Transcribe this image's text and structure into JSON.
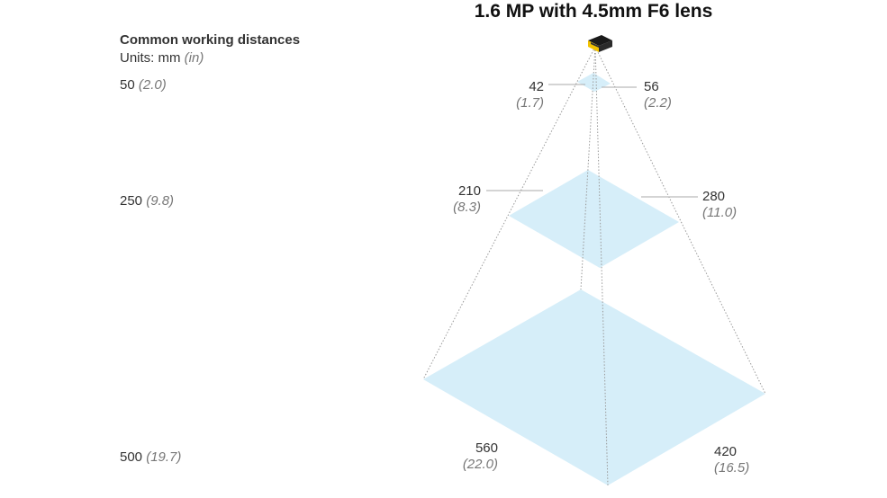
{
  "title": "1.6 MP with 4.5mm F6 lens",
  "legend": {
    "heading": "Common working distances",
    "units_prefix": "Units: mm ",
    "units_alt": "(in)"
  },
  "distances": [
    {
      "mm": "50",
      "in": "(2.0)"
    },
    {
      "mm": "250",
      "in": "(9.8)"
    },
    {
      "mm": "500",
      "in": "(19.7)"
    }
  ],
  "fields_of_view": [
    {
      "width_mm": "42",
      "width_in": "(1.7)",
      "height_mm": "56",
      "height_in": "(2.2)"
    },
    {
      "width_mm": "210",
      "width_in": "(8.3)",
      "height_mm": "280",
      "height_in": "(11.0)"
    },
    {
      "width_mm": "560",
      "width_in": "(22.0)",
      "height_mm": "420",
      "height_in": "(16.5)"
    }
  ],
  "colors": {
    "fov_fill": "#d6eef9",
    "camera_body": "#1a1a1a",
    "camera_accent": "#f2c200",
    "guide_line": "#999999"
  }
}
